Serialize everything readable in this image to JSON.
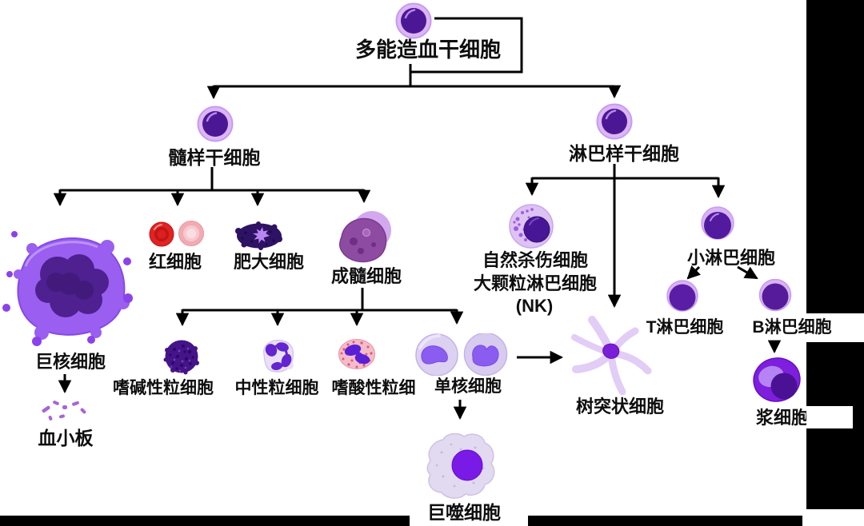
{
  "labels": {
    "stem": "多能造血干细胞",
    "myeloid": "髓样干细胞",
    "lymphoid": "淋巴样干细胞",
    "megakaryocyte": "巨核细胞",
    "platelet": "血小板",
    "rbc": "红细胞",
    "mast": "肥大细胞",
    "myeloblast": "成髓细胞",
    "nk_line1": "自然杀伤细胞",
    "nk_line2": "大颗粒淋巴细胞",
    "nk_line3": "(NK)",
    "small_lymphocyte": "小淋巴细胞",
    "basophil": "嗜碱性粒细胞",
    "neutrophil": "中性粒细胞",
    "eosinophil": "嗜酸性粒细",
    "monocyte": "单核细胞",
    "dendritic": "树突状细胞",
    "t_cell": "T淋巴细胞",
    "b_cell": "B淋巴细胞",
    "plasma": "浆细胞",
    "macrophage": "巨噬细胞"
  },
  "colors": {
    "background": "#ffffff",
    "line": "#000000",
    "progenitor_ring": "#dcb6f6",
    "progenitor_nucleus": "#4c1795",
    "megakaryocyte_body": "#9a5ef0",
    "rbc_red": "#e12323",
    "rbc_pink": "#f2abb3",
    "mast_dark": "#2e1263",
    "myeloblast_plum": "#8e4ba2",
    "basophil": "#45138a",
    "neutrophil_bg": "#eae1f8",
    "eosinophil_pink": "#f3bcca",
    "monocyte_nucleus": "#8a5cf0",
    "bright_violet": "#7b1fd6",
    "macrophage_bg": "#e2daf0"
  }
}
